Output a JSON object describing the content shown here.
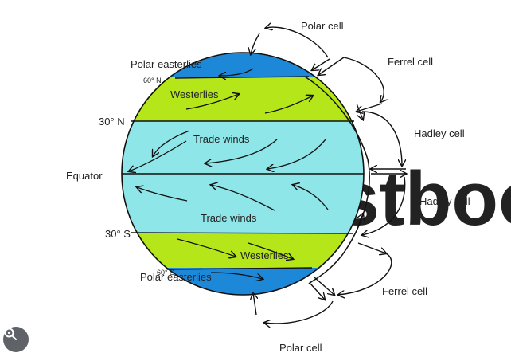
{
  "labels": {
    "polar_cell_top": "Polar cell",
    "ferrel_cell_top": "Ferrel cell",
    "hadley_cell_top": "Hadley cell",
    "hadley_cell_bottom": "Hadley cell",
    "ferrel_cell_bottom": "Ferrel cell",
    "polar_cell_bottom": "Polar cell",
    "polar_easterlies_top": "Polar easterlies",
    "lat_60n": "60° N",
    "westerlies_top": "Westerlies",
    "lat_30n": "30° N",
    "trade_winds_top": "Trade winds",
    "equator": "Equator",
    "trade_winds_bottom": "Trade winds",
    "lat_30s": "30° S",
    "westerlies_bottom": "Westerlies",
    "lat_60s": "60° S",
    "polar_easterlies_bottom": "Polar easterlies",
    "watermark": "testbook"
  },
  "colors": {
    "polar_band": "#1e88d8",
    "westerlies_band": "#b5e619",
    "trade_band": "#8ee6e8",
    "outline": "#111111",
    "watermark": "#e6f4f1"
  },
  "icons": {
    "corner_badge": "lens-search-icon"
  }
}
